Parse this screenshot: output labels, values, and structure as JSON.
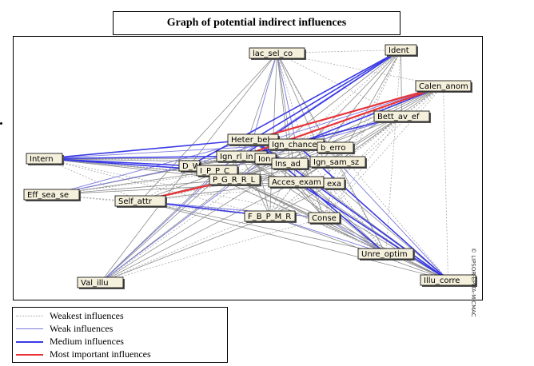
{
  "title": "Graph of potential indirect influences",
  "nodes": [
    {
      "id": "lac_sel_co",
      "label": "lac_sel_co"
    },
    {
      "id": "Ident",
      "label": "Ident"
    },
    {
      "id": "Calen_anom",
      "label": "Calen_anom"
    },
    {
      "id": "Bett_av_ef",
      "label": "Bett_av_ef"
    },
    {
      "id": "Heter_bel",
      "label": "Heter_bel"
    },
    {
      "id": "Ign_chance",
      "label": "Ign_chance"
    },
    {
      "id": "b_erro",
      "label": "b_erro"
    },
    {
      "id": "Intern",
      "label": "Intern"
    },
    {
      "id": "Ign_rl_in",
      "label": "Ign_rl_in"
    },
    {
      "id": "Ion",
      "label": "Ion"
    },
    {
      "id": "D_W",
      "label": "D_W"
    },
    {
      "id": "I_P_P_C",
      "label": "I_P_P_C"
    },
    {
      "id": "Ins_ad",
      "label": "Ins_ad"
    },
    {
      "id": "Ign_sam_sz",
      "label": "Ign_sam_sz"
    },
    {
      "id": "P_G_R_R_L",
      "label": "P_G_R_R_L"
    },
    {
      "id": "Acces_exam",
      "label": "Acces_exam"
    },
    {
      "id": "exa",
      "label": "exa"
    },
    {
      "id": "Eff_sea_se",
      "label": "Eff_sea_se"
    },
    {
      "id": "Self_attr",
      "label": "Self_attr"
    },
    {
      "id": "F_B_P_M_R",
      "label": "F_B_P_M_R"
    },
    {
      "id": "Conse",
      "label": "Conse"
    },
    {
      "id": "Unre_optim",
      "label": "Unre_optim"
    },
    {
      "id": "Val_illu",
      "label": "Val_illu"
    },
    {
      "id": "Illu_corre",
      "label": "Illu_corre"
    }
  ],
  "edge_colors": {
    "weakest": "#a8a8a8",
    "weak": "#7a7ae0",
    "medium": "#3a3ae6",
    "most_important": "#e8343a",
    "gray": "#8c8c8c"
  },
  "edges": {
    "most_important": [
      [
        "Calen_anom",
        "Heter_bel"
      ],
      [
        "Calen_anom",
        "Ign_rl_in"
      ],
      [
        "Self_attr",
        "P_G_R_R_L"
      ]
    ],
    "medium": [
      [
        "Ident",
        "Heter_bel"
      ],
      [
        "Ident",
        "Ign_rl_in"
      ],
      [
        "Ident",
        "D_W"
      ],
      [
        "Calen_anom",
        "Ign_chance"
      ],
      [
        "Intern",
        "Heter_bel"
      ],
      [
        "Intern",
        "Ign_rl_in"
      ],
      [
        "Intern",
        "I_P_P_C"
      ],
      [
        "Intern",
        "D_W"
      ],
      [
        "Heter_bel",
        "Illu_corre"
      ],
      [
        "Heter_bel",
        "Unre_optim"
      ],
      [
        "Self_attr",
        "F_B_P_M_R"
      ],
      [
        "Ign_chance",
        "Illu_corre"
      ],
      [
        "Acces_exam",
        "Illu_corre"
      ],
      [
        "Bett_av_ef",
        "Ign_rl_in"
      ]
    ],
    "weak": [
      [
        "lac_sel_co",
        "Heter_bel"
      ],
      [
        "lac_sel_co",
        "Ign_chance"
      ],
      [
        "Eff_sea_se",
        "D_W"
      ],
      [
        "Eff_sea_se",
        "Heter_bel"
      ],
      [
        "Self_attr",
        "Conse"
      ],
      [
        "Val_illu",
        "Ion"
      ],
      [
        "Val_illu",
        "Heter_bel"
      ],
      [
        "F_B_P_M_R",
        "Unre_optim"
      ],
      [
        "Conse",
        "Unre_optim"
      ],
      [
        "Ign_sam_sz",
        "Illu_corre"
      ],
      [
        "Calen_anom",
        "D_W"
      ],
      [
        "Bett_av_ef",
        "I_P_P_C"
      ],
      [
        "Intern",
        "Ign_chance"
      ],
      [
        "Ident",
        "I_P_P_C"
      ]
    ],
    "gray": [
      [
        "lac_sel_co",
        "D_W"
      ],
      [
        "lac_sel_co",
        "P_G_R_R_L"
      ],
      [
        "lac_sel_co",
        "Acces_exam"
      ],
      [
        "lac_sel_co",
        "Self_attr"
      ],
      [
        "lac_sel_co",
        "F_B_P_M_R"
      ],
      [
        "lac_sel_co",
        "Ins_ad"
      ],
      [
        "lac_sel_co",
        "Ign_sam_sz"
      ],
      [
        "lac_sel_co",
        "exa"
      ],
      [
        "Ident",
        "P_G_R_R_L"
      ],
      [
        "Ident",
        "Acces_exam"
      ],
      [
        "Ident",
        "Ins_ad"
      ],
      [
        "Ident",
        "Ign_sam_sz"
      ],
      [
        "Ident",
        "Bett_av_ef"
      ],
      [
        "Calen_anom",
        "P_G_R_R_L"
      ],
      [
        "Calen_anom",
        "Acces_exam"
      ],
      [
        "Calen_anom",
        "Ins_ad"
      ],
      [
        "Calen_anom",
        "b_erro"
      ],
      [
        "Bett_av_ef",
        "Ign_sam_sz"
      ],
      [
        "Bett_av_ef",
        "Acces_exam"
      ],
      [
        "Bett_av_ef",
        "P_G_R_R_L"
      ],
      [
        "Intern",
        "P_G_R_R_L"
      ],
      [
        "Intern",
        "Ins_ad"
      ],
      [
        "Intern",
        "Acces_exam"
      ],
      [
        "Intern",
        "Ion"
      ],
      [
        "Eff_sea_se",
        "P_G_R_R_L"
      ],
      [
        "Eff_sea_se",
        "I_P_P_C"
      ],
      [
        "Eff_sea_se",
        "Ign_rl_in"
      ],
      [
        "Eff_sea_se",
        "Acces_exam"
      ],
      [
        "Self_attr",
        "Ins_ad"
      ],
      [
        "Self_attr",
        "Acces_exam"
      ],
      [
        "Self_attr",
        "Ign_chance"
      ],
      [
        "Self_attr",
        "Unre_optim"
      ],
      [
        "Self_attr",
        "Illu_corre"
      ],
      [
        "Val_illu",
        "P_G_R_R_L"
      ],
      [
        "Val_illu",
        "I_P_P_C"
      ],
      [
        "Val_illu",
        "D_W"
      ],
      [
        "Val_illu",
        "Ign_rl_in"
      ],
      [
        "Val_illu",
        "Acces_exam"
      ],
      [
        "Val_illu",
        "Ins_ad"
      ],
      [
        "Val_illu",
        "F_B_P_M_R"
      ],
      [
        "F_B_P_M_R",
        "Illu_corre"
      ],
      [
        "F_B_P_M_R",
        "Heter_bel"
      ],
      [
        "F_B_P_M_R",
        "Ign_rl_in"
      ],
      [
        "F_B_P_M_R",
        "exa"
      ],
      [
        "Conse",
        "Illu_corre"
      ],
      [
        "Conse",
        "Heter_bel"
      ],
      [
        "Conse",
        "Ign_chance"
      ],
      [
        "Conse",
        "I_P_P_C"
      ],
      [
        "Unre_optim",
        "P_G_R_R_L"
      ],
      [
        "Unre_optim",
        "Ign_rl_in"
      ],
      [
        "Unre_optim",
        "Ins_ad"
      ],
      [
        "Unre_optim",
        "Acces_exam"
      ],
      [
        "Unre_optim",
        "I_P_P_C"
      ],
      [
        "Unre_optim",
        "Ign_sam_sz"
      ],
      [
        "Illu_corre",
        "P_G_R_R_L"
      ],
      [
        "Illu_corre",
        "Ign_rl_in"
      ],
      [
        "Illu_corre",
        "I_P_P_C"
      ],
      [
        "Illu_corre",
        "Ins_ad"
      ],
      [
        "Illu_corre",
        "Ion"
      ],
      [
        "Illu_corre",
        "exa"
      ],
      [
        "Illu_corre",
        "D_W"
      ],
      [
        "Heter_bel",
        "Ins_ad"
      ],
      [
        "Heter_bel",
        "Acces_exam"
      ],
      [
        "Ign_chance",
        "P_G_R_R_L"
      ],
      [
        "Ign_chance",
        "D_W"
      ],
      [
        "b_erro",
        "P_G_R_R_L"
      ],
      [
        "b_erro",
        "D_W"
      ],
      [
        "b_erro",
        "Acces_exam"
      ],
      [
        "Ign_sam_sz",
        "D_W"
      ],
      [
        "Ign_sam_sz",
        "P_G_R_R_L"
      ],
      [
        "exa",
        "D_W"
      ],
      [
        "exa",
        "P_G_R_R_L"
      ],
      [
        "Acces_exam",
        "D_W"
      ],
      [
        "Acces_exam",
        "Conse"
      ]
    ],
    "weakest": [
      [
        "lac_sel_co",
        "Bett_av_ef"
      ],
      [
        "lac_sel_co",
        "Calen_anom"
      ],
      [
        "lac_sel_co",
        "Ident"
      ],
      [
        "lac_sel_co",
        "Conse"
      ],
      [
        "lac_sel_co",
        "Unre_optim"
      ],
      [
        "Ident",
        "Conse"
      ],
      [
        "Ident",
        "exa"
      ],
      [
        "Ident",
        "Ign_chance"
      ],
      [
        "Ident",
        "F_B_P_M_R"
      ],
      [
        "Ident",
        "Unre_optim"
      ],
      [
        "Calen_anom",
        "Conse"
      ],
      [
        "Calen_anom",
        "exa"
      ],
      [
        "Calen_anom",
        "F_B_P_M_R"
      ],
      [
        "Calen_anom",
        "Illu_corre"
      ],
      [
        "Calen_anom",
        "I_P_P_C"
      ],
      [
        "Calen_anom",
        "Ign_sam_sz"
      ],
      [
        "Bett_av_ef",
        "Conse"
      ],
      [
        "Bett_av_ef",
        "exa"
      ],
      [
        "Bett_av_ef",
        "F_B_P_M_R"
      ],
      [
        "Bett_av_ef",
        "D_W"
      ],
      [
        "Intern",
        "Conse"
      ],
      [
        "Intern",
        "F_B_P_M_R"
      ],
      [
        "Intern",
        "exa"
      ],
      [
        "Intern",
        "Self_attr"
      ],
      [
        "Intern",
        "Ign_sam_sz"
      ],
      [
        "Eff_sea_se",
        "Conse"
      ],
      [
        "Eff_sea_se",
        "F_B_P_M_R"
      ],
      [
        "Eff_sea_se",
        "Ins_ad"
      ],
      [
        "Eff_sea_se",
        "Ign_chance"
      ],
      [
        "Self_attr",
        "exa"
      ],
      [
        "Self_attr",
        "Ign_sam_sz"
      ],
      [
        "Self_attr",
        "Heter_bel"
      ],
      [
        "Val_illu",
        "Conse"
      ],
      [
        "Val_illu",
        "exa"
      ],
      [
        "Val_illu",
        "Ign_chance"
      ],
      [
        "Unre_optim",
        "Heter_bel"
      ],
      [
        "Unre_optim",
        "Ign_chance"
      ],
      [
        "Unre_optim",
        "exa"
      ],
      [
        "Unre_optim",
        "D_W"
      ],
      [
        "Illu_corre",
        "Heter_bel"
      ],
      [
        "Illu_corre",
        "Ign_sam_sz"
      ],
      [
        "Illu_corre",
        "Conse"
      ],
      [
        "Illu_corre",
        "b_erro"
      ],
      [
        "F_B_P_M_R",
        "Ign_chance"
      ],
      [
        "F_B_P_M_R",
        "Ins_ad"
      ],
      [
        "F_B_P_M_R",
        "Acces_exam"
      ],
      [
        "Conse",
        "Ins_ad"
      ],
      [
        "Conse",
        "exa"
      ],
      [
        "Conse",
        "Ign_sam_sz"
      ]
    ]
  },
  "legend": [
    {
      "key": "weakest",
      "label": "Weakest influences"
    },
    {
      "key": "weak",
      "label": "Weak influences"
    },
    {
      "key": "medium",
      "label": "Medium influences"
    },
    {
      "key": "most_important",
      "label": "Most important influences"
    }
  ],
  "copyright": "© LIPSOR-EPITA-MICMAC"
}
